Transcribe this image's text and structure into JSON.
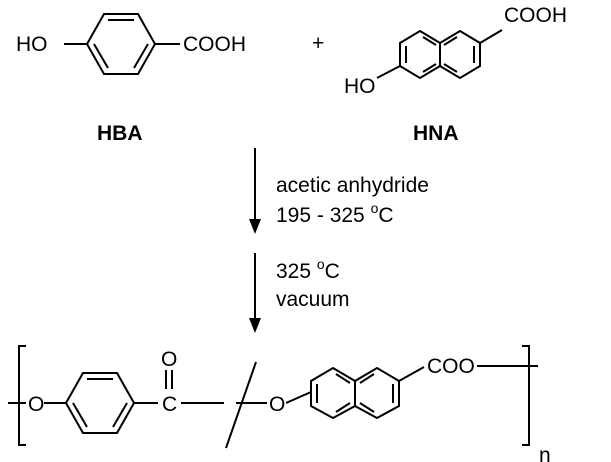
{
  "reactants": {
    "hba": {
      "name": "HBA",
      "hydroxyl": "HO",
      "carboxyl": "COOH"
    },
    "plus": "+",
    "hna": {
      "name": "HNA",
      "hydroxyl": "HO",
      "carboxyl": "COOH"
    }
  },
  "step1": {
    "reagent": "acetic anhydride",
    "temp_value": "195 - 325 ",
    "temp_degree": "o",
    "temp_unit": "C"
  },
  "step2": {
    "temp_value": "325 ",
    "temp_degree": "o",
    "temp_unit": "C",
    "condition": "vacuum"
  },
  "polymer": {
    "ether_oxygen_1": "O",
    "carbonyl_oxygen": "O",
    "carbonyl_carbon": "C",
    "ether_oxygen_2": "O",
    "ester_group": "COO",
    "repeat_subscript": "n"
  }
}
